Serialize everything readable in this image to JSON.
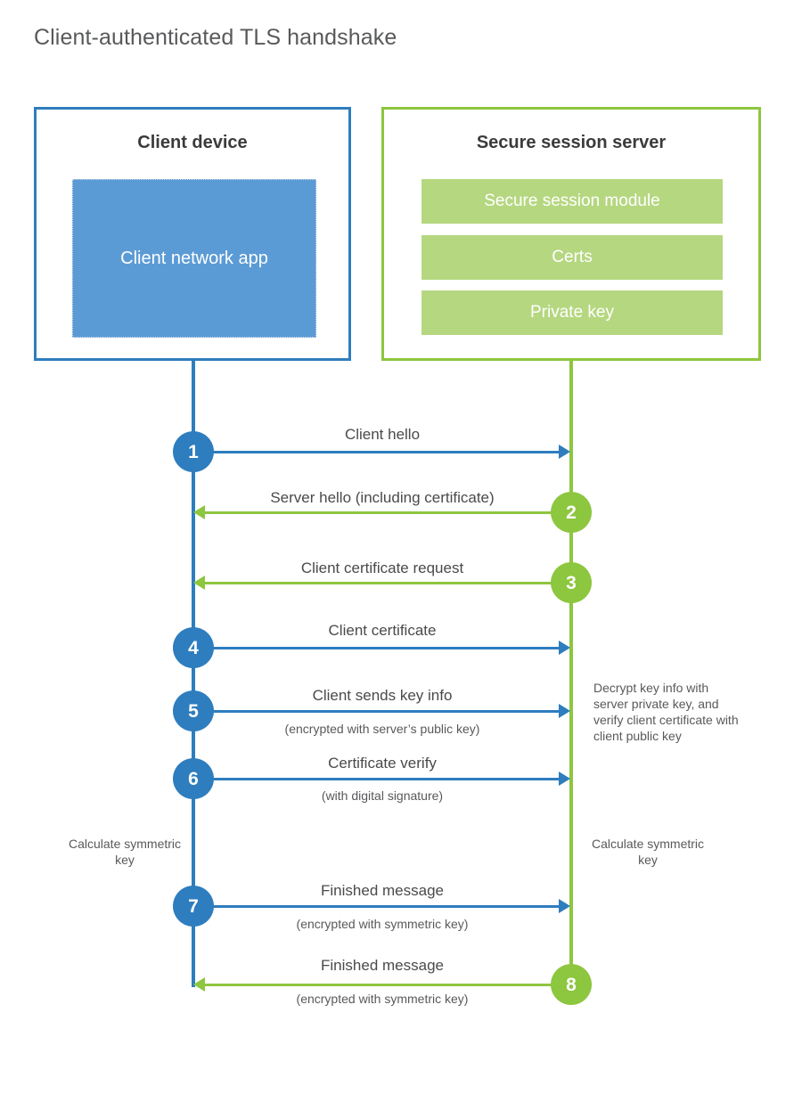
{
  "title": "Client-authenticated TLS handshake",
  "colors": {
    "client_accent": "#2E7DBE",
    "server_accent": "#8DC63F",
    "client_app_fill": "#5B9BD5",
    "server_bar_fill": "#B5D780",
    "title_text": "#58595b",
    "body_text": "#4a4a4c"
  },
  "client": {
    "title": "Client device",
    "app_label": "Client network app"
  },
  "server": {
    "title": "Secure session server",
    "components": [
      {
        "label": "Secure session module"
      },
      {
        "label": "Certs"
      },
      {
        "label": "Private key"
      }
    ]
  },
  "notes": {
    "server_decrypt": "Decrypt key info with server private key, and verify client certificate with client public key",
    "client_calc": "Calculate symmetric key",
    "server_calc": "Calculate symmetric key"
  },
  "steps": [
    {
      "number": "1",
      "label": "Client hello",
      "sublabel": "",
      "direction": "client-to-server"
    },
    {
      "number": "2",
      "label": "Server hello (including certificate)",
      "sublabel": "",
      "direction": "server-to-client"
    },
    {
      "number": "3",
      "label": "Client certificate request",
      "sublabel": "",
      "direction": "server-to-client"
    },
    {
      "number": "4",
      "label": "Client certificate",
      "sublabel": "",
      "direction": "client-to-server"
    },
    {
      "number": "5",
      "label": "Client sends key info",
      "sublabel": "(encrypted with server’s public key)",
      "direction": "client-to-server"
    },
    {
      "number": "6",
      "label": "Certificate verify",
      "sublabel": "(with digital signature)",
      "direction": "client-to-server"
    },
    {
      "number": "7",
      "label": "Finished message",
      "sublabel": "(encrypted with symmetric key)",
      "direction": "client-to-server"
    },
    {
      "number": "8",
      "label": "Finished message",
      "sublabel": "(encrypted with symmetric key)",
      "direction": "server-to-client"
    }
  ]
}
